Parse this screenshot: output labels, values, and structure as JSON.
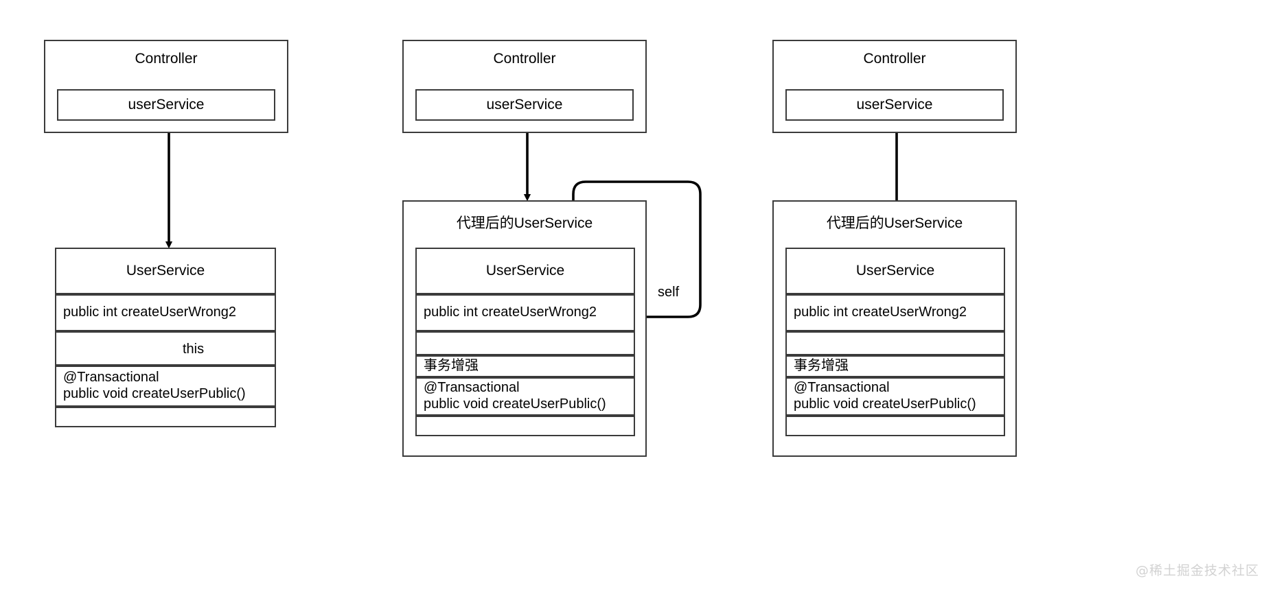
{
  "diagram": {
    "type": "class-interaction-diagram",
    "watermark": "@稀土掘金技术社区",
    "panels": [
      {
        "id": "panel-1",
        "name": "direct-call-no-proxy",
        "controller": {
          "title": "Controller",
          "field": "userService"
        },
        "service": {
          "title": "UserService",
          "rows": [
            "public int createUserWrong2",
            "",
            "@Transactional\npublic void createUserPublic()",
            ""
          ]
        },
        "edges": [
          {
            "label": "",
            "from": "controller.userService",
            "to": "UserService"
          },
          {
            "label": "this",
            "from": "createUserWrong2",
            "to": "createUserPublic"
          }
        ]
      },
      {
        "id": "panel-2",
        "name": "proxy-self-injection",
        "controller": {
          "title": "Controller",
          "field": "userService"
        },
        "proxy": {
          "title": "代理后的UserService"
        },
        "service": {
          "title": "UserService",
          "rows": [
            "public int createUserWrong2",
            "",
            "事务增强",
            "@Transactional\npublic void createUserPublic()",
            ""
          ]
        },
        "edges": [
          {
            "label": "",
            "from": "controller.userService",
            "to": "代理后的UserService"
          },
          {
            "label": "self",
            "from": "createUserWrong2",
            "to": "代理后的UserService"
          }
        ]
      },
      {
        "id": "panel-3",
        "name": "proxy-direct-entry",
        "controller": {
          "title": "Controller",
          "field": "userService"
        },
        "proxy": {
          "title": "代理后的UserService"
        },
        "service": {
          "title": "UserService",
          "rows": [
            "public int createUserWrong2",
            "",
            "事务增强",
            "@Transactional\npublic void createUserPublic()",
            ""
          ]
        },
        "edges": [
          {
            "label": "",
            "from": "controller.userService",
            "to": "事务增强"
          }
        ]
      }
    ]
  }
}
